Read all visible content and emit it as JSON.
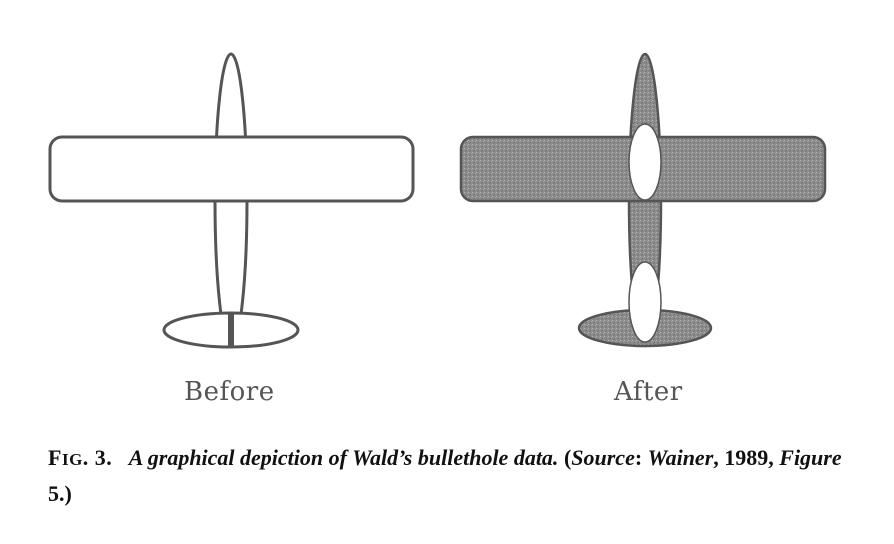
{
  "figure": {
    "before_label": "Before",
    "after_label": "After",
    "colors": {
      "outline": "#555555",
      "shaded_fill": "#8a8a8a",
      "background": "#ffffff"
    }
  },
  "caption": {
    "fig_prefix_big": "F",
    "fig_prefix_small": "IG",
    "fig_number": ". 3.",
    "text_italic": "A graphical depiction of Wald’s bullethole data.",
    "source_open": "(",
    "source_word": "Source",
    "source_colon": ":",
    "author": "Wainer",
    "year": ", 1989, ",
    "figure_word": "Figure",
    "figure_ref": " 5.)"
  }
}
